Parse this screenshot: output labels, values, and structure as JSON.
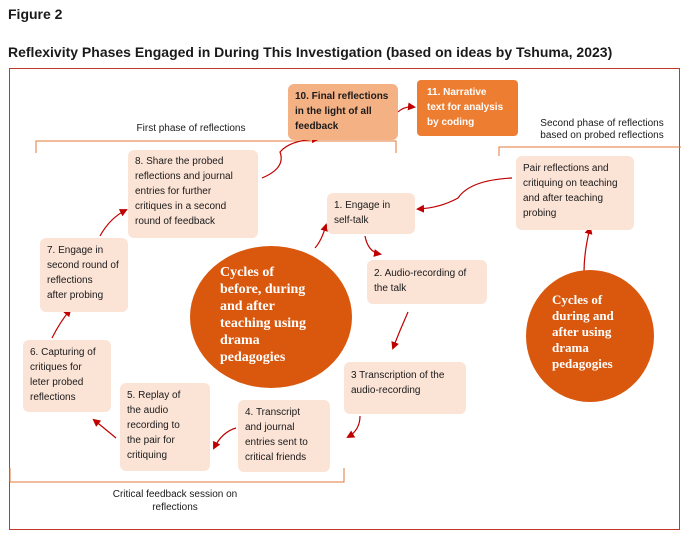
{
  "figure_label": "Figure 2",
  "figure_title": "Reflexivity Phases Engaged in During This Investigation (based on ideas by Tshuma, 2023)",
  "phase_labels": {
    "first": "First phase of reflections",
    "second_line1": "Second phase of reflections",
    "second_line2": "based on probed reflections",
    "critical_line1": "Critical feedback session on",
    "critical_line2": "reflections"
  },
  "steps": {
    "s1": [
      "1. Engage in",
      "self-talk"
    ],
    "s2": [
      "2. Audio-recording of",
      "the talk"
    ],
    "s3": [
      "3 Transcription of the",
      "audio-recording"
    ],
    "s4": [
      "4. Transcript",
      "and journal",
      "entries sent to",
      "critical friends"
    ],
    "s5": [
      "5. Replay of",
      "the audio",
      "recording to",
      "the pair for",
      "critiquing"
    ],
    "s6": [
      "6. Capturing of",
      "critiques for",
      "leter probed",
      "reflections"
    ],
    "s7": [
      "7. Engage in",
      "second round of",
      "reflections",
      "after probing"
    ],
    "s8": [
      "8. Share the probed",
      "reflections and journal",
      "entries for further",
      "critiques in a second",
      "round of feedback"
    ],
    "s10": [
      "10. Final reflections",
      "in the light of  all",
      "feedback"
    ],
    "s11": [
      "11. Narrative",
      "text for analysis",
      "by coding"
    ],
    "pair": [
      "Pair reflections and",
      "critiquing on teaching",
      "and after teaching",
      "probing"
    ]
  },
  "circles": {
    "main": [
      "Cycles of",
      "before, during",
      "and after",
      "teaching using",
      "drama",
      "pedagogies"
    ],
    "second": [
      "Cycles of",
      "during and",
      "after using",
      "drama",
      "pedagogies"
    ]
  },
  "colors": {
    "light_box": "#fbe3d6",
    "medium_box": "#f4b183",
    "accent_box": "#ed7d31",
    "circle": "#d9580e",
    "arrow": "#c00000",
    "bracket": "#e07a3a"
  }
}
